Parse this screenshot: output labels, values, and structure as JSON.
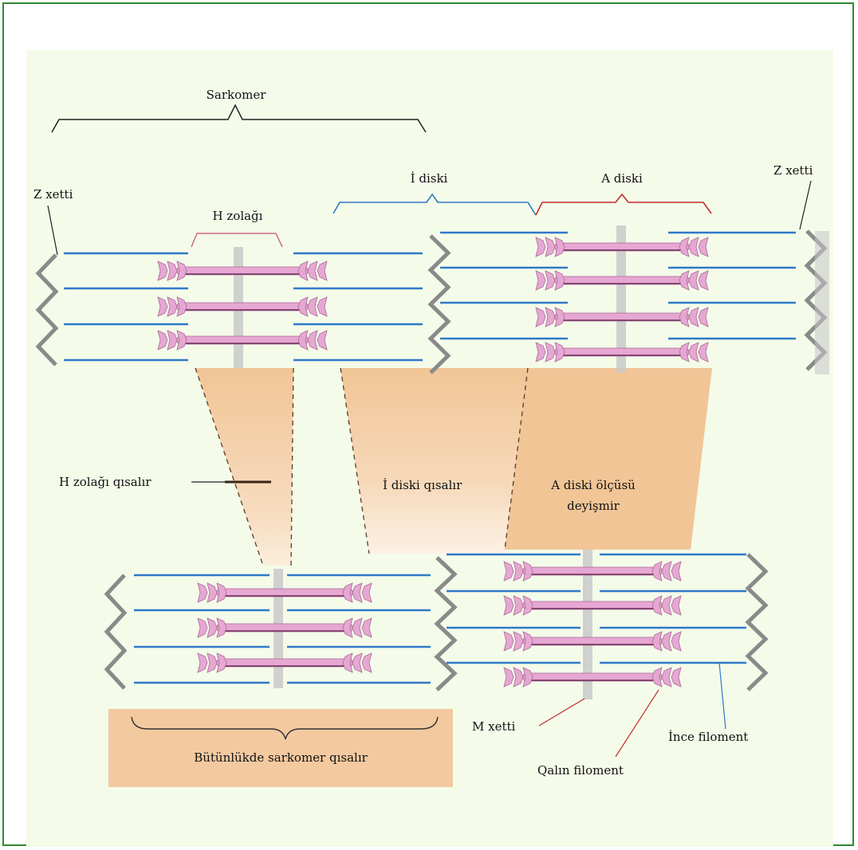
{
  "colors": {
    "thin_filament": "#2f79c9",
    "thick_filament": "#e7a7d3",
    "z_line": "#8a8a8a",
    "m_line": "#c9c9c9",
    "i_band_bracket": "#2f79c9",
    "a_band_bracket": "#c62d2d",
    "h_zone_bracket": "#d06a8a",
    "band_fill": "#f1c596",
    "panel_bg": "#f4fbe9",
    "frame": "#2f8a2f"
  },
  "labels": {
    "sarcomere": "Sarkomer",
    "z_line_left": "Z xetti",
    "z_line_right": "Z xetti",
    "h_zone": "H zolağı",
    "i_band": "İ diski",
    "a_band": "A diski",
    "h_zone_shortens": "H zolağı qısalır",
    "i_band_shortens": "İ diski qısalır",
    "a_band_unchanged_1": "A diski ölçüsü",
    "a_band_unchanged_2": "deyişmir",
    "m_line": "M xetti",
    "thin_filament": "İnce filoment",
    "thick_filament": "Qalın filoment",
    "whole_sarcomere_shortens": "Bütünlükde sarkomer qısalır"
  }
}
